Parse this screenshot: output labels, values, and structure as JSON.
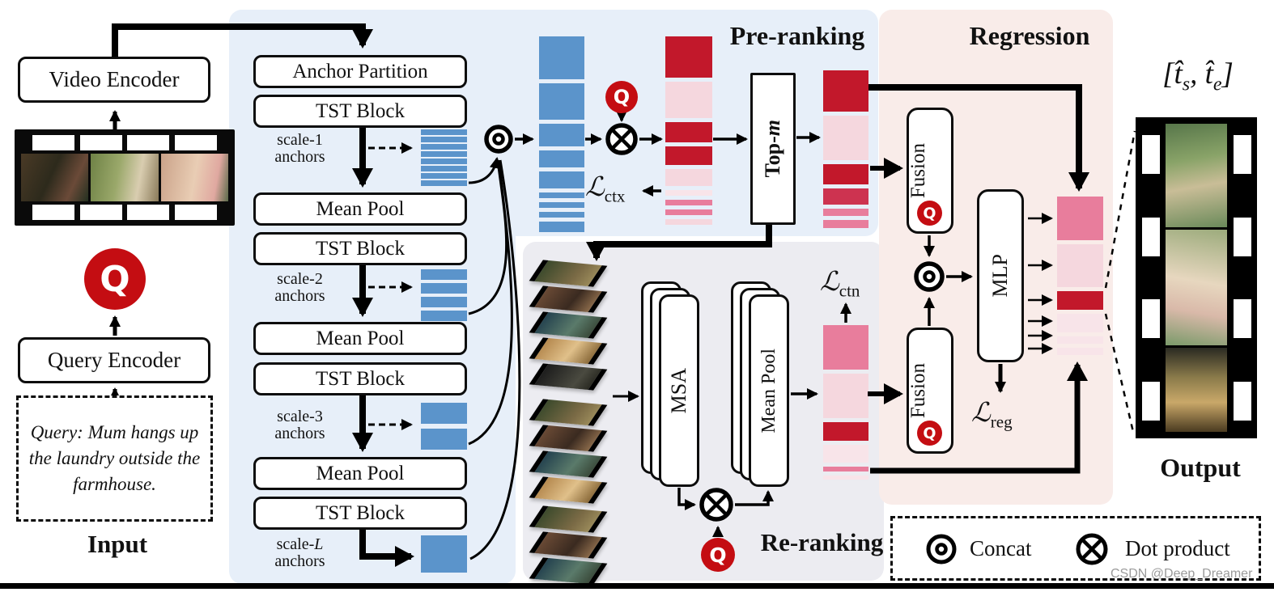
{
  "palette": {
    "blue": "#5b94cb",
    "darkred": "#c2182b",
    "crimson": "#cd3350",
    "rose": "#e87d9c",
    "lightpink": "#f5d7de",
    "palepink": "#f8e4e9"
  },
  "regions": {
    "pre_ranking": "Pre-ranking",
    "re_ranking": "Re-ranking",
    "regression": "Regression"
  },
  "input": {
    "video_encoder": "Video Encoder",
    "query_encoder": "Query Encoder",
    "q": "Q",
    "query_text": "Query: Mum hangs up the laundry outside the farmhouse.",
    "label": "Input"
  },
  "encoder": {
    "anchor_partition": "Anchor Partition",
    "tst_block": "TST Block",
    "mean_pool": "Mean Pool",
    "scale_prefix": "scale-",
    "scale_1": "1",
    "scale_2": "2",
    "scale_3": "3",
    "scale_L": "L",
    "anchors_word": "anchors"
  },
  "pre_ranking": {
    "q": "Q",
    "top_prefix": "Top-",
    "top_m": "m",
    "loss_sym": "ℒ",
    "loss_sub": "ctx"
  },
  "re_ranking": {
    "msa": "MSA",
    "mean_pool": "Mean Pool",
    "q": "Q",
    "loss_sym": "ℒ",
    "loss_sub": "ctn"
  },
  "regression": {
    "fusion": "Fusion",
    "mlp": "MLP",
    "q": "Q",
    "loss_sym": "ℒ",
    "loss_sub": "reg"
  },
  "output": {
    "bracket_open": "[",
    "t_hat_s": "t̂",
    "sub_s": "s",
    "comma": ", ",
    "t_hat_e": "t̂",
    "sub_e": "e",
    "bracket_close": "]",
    "label": "Output"
  },
  "legend": {
    "concat": "Concat",
    "dot_product": "Dot product"
  },
  "watermark": "CSDN @Deep_Dreamer",
  "frame_stacks": {
    "s1": 5,
    "s2": 4,
    "s3": 3
  },
  "bars": {
    "anchors_scale1": [
      {
        "h": 7,
        "c": "blue"
      },
      {
        "h": 7,
        "c": "blue"
      },
      {
        "h": 7,
        "c": "blue"
      },
      {
        "h": 7,
        "c": "blue"
      },
      {
        "h": 7,
        "c": "blue"
      },
      {
        "h": 7,
        "c": "blue"
      },
      {
        "h": 7,
        "c": "blue"
      },
      {
        "h": 7,
        "c": "blue"
      }
    ],
    "anchors_scale2": [
      {
        "h": 13,
        "c": "blue"
      },
      {
        "h": 13,
        "c": "blue"
      },
      {
        "h": 13,
        "c": "blue"
      },
      {
        "h": 13,
        "c": "blue"
      }
    ],
    "anchors_scale3": [
      {
        "h": 26,
        "c": "blue"
      },
      {
        "h": 26,
        "c": "blue"
      }
    ],
    "anchors_scaleL": [
      {
        "h": 46,
        "c": "blue"
      }
    ],
    "blue_column": [
      {
        "h": 53,
        "c": "blue"
      },
      {
        "h": 45,
        "c": "blue"
      },
      {
        "h": 28,
        "c": "blue"
      },
      {
        "h": 21,
        "c": "blue"
      },
      {
        "h": 21,
        "c": "blue"
      },
      {
        "h": 7,
        "c": "blue"
      },
      {
        "h": 7,
        "c": "blue"
      },
      {
        "h": 7,
        "c": "blue"
      },
      {
        "h": 13,
        "c": "blue"
      }
    ],
    "prerank_col1": [
      {
        "h": 51,
        "c": "darkred"
      },
      {
        "h": 45,
        "c": "lightpink"
      },
      {
        "h": 25,
        "c": "darkred"
      },
      {
        "h": 23,
        "c": "darkred"
      },
      {
        "h": 21,
        "c": "lightpink"
      },
      {
        "h": 7,
        "c": "palepink"
      },
      {
        "h": 7,
        "c": "rose"
      },
      {
        "h": 7,
        "c": "rose"
      },
      {
        "h": 7,
        "c": "lightpink"
      }
    ],
    "prerank_col2": [
      {
        "h": 51,
        "c": "darkred"
      },
      {
        "h": 55,
        "c": "lightpink"
      },
      {
        "h": 25,
        "c": "darkred"
      },
      {
        "h": 20,
        "c": "crimson"
      },
      {
        "h": 9,
        "c": "rose"
      },
      {
        "h": 10,
        "c": "rose"
      }
    ],
    "rerank_col": [
      {
        "h": 55,
        "c": "rose"
      },
      {
        "h": 55,
        "c": "lightpink"
      },
      {
        "h": 23,
        "c": "darkred"
      },
      {
        "h": 22,
        "c": "palepink"
      },
      {
        "h": 6,
        "c": "rose"
      },
      {
        "h": 5,
        "c": "palepink"
      }
    ],
    "regression_col": [
      {
        "h": 54,
        "c": "rose"
      },
      {
        "h": 53,
        "c": "lightpink"
      },
      {
        "h": 23,
        "c": "darkred"
      },
      {
        "h": 23,
        "c": "palepink"
      },
      {
        "h": 9,
        "c": "palepink"
      },
      {
        "h": 9,
        "c": "palepink"
      }
    ]
  }
}
